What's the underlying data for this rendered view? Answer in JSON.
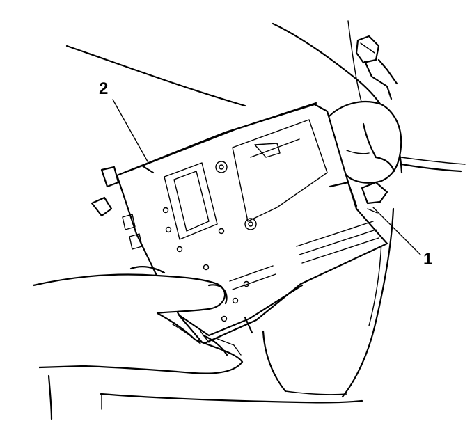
{
  "callouts": [
    {
      "id": "callout-1",
      "label": "1"
    },
    {
      "id": "callout-2",
      "label": "2"
    }
  ],
  "colors": {
    "ink": "#000000",
    "paper": "#ffffff"
  }
}
